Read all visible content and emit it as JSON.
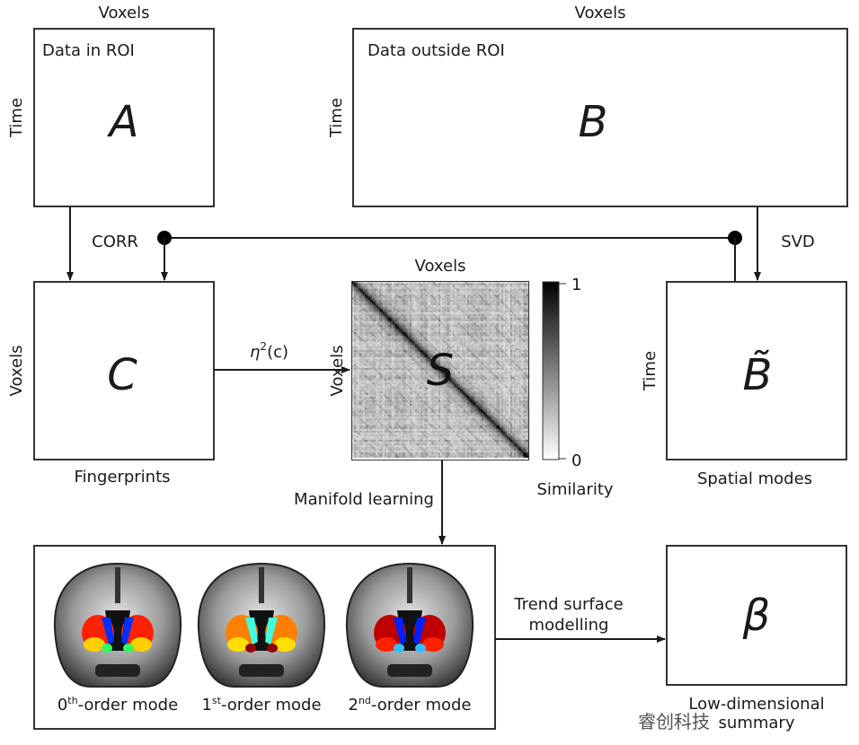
{
  "matrices": {
    "A": {
      "symbol": "A",
      "title": "Data in ROI",
      "col_label": "Voxels",
      "row_label": "Time"
    },
    "B": {
      "symbol": "B",
      "title": "Data outside ROI",
      "col_label": "Voxels",
      "row_label": "Time"
    },
    "C": {
      "symbol": "C",
      "row_label": "Voxels",
      "caption": "Fingerprints"
    },
    "S": {
      "symbol": "S",
      "col_label": "Voxels",
      "row_label": "Voxels",
      "caption": "Similarity",
      "colorbar_max": "1",
      "colorbar_min": "0"
    },
    "Btilde": {
      "symbol": "B̃",
      "row_label": "Time",
      "caption": "Spatial modes"
    },
    "beta": {
      "symbol": "β",
      "caption_line1": "Low-dimensional",
      "caption_line2": "summary"
    }
  },
  "edges": {
    "corr": "CORR",
    "svd": "SVD",
    "eta": "η",
    "eta_sup": "2",
    "eta_arg": "(c)",
    "manifold": "Manifold learning",
    "trend_line1": "Trend surface",
    "trend_line2": "modelling"
  },
  "modes": [
    {
      "num": "0",
      "sup": "th",
      "rest": "-order mode"
    },
    {
      "num": "1",
      "sup": "st",
      "rest": "-order mode"
    },
    {
      "num": "2",
      "sup": "nd",
      "rest": "-order mode"
    }
  ],
  "watermark": "睿创科技",
  "colors": {
    "line": "#1a1a1a",
    "box": "#333333"
  }
}
